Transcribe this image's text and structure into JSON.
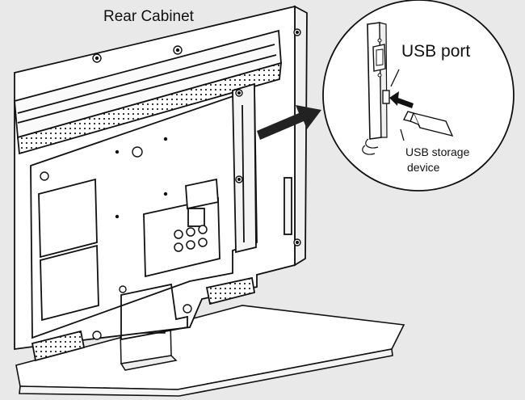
{
  "labels": {
    "rear_cabinet": "Rear Cabinet",
    "usb_port": "USB port",
    "usb_device_line1": "USB storage",
    "usb_device_line2": "device"
  },
  "colors": {
    "background": "#e9e9e9",
    "line": "#111111",
    "fill": "#ffffff",
    "arrow": "#222222"
  }
}
